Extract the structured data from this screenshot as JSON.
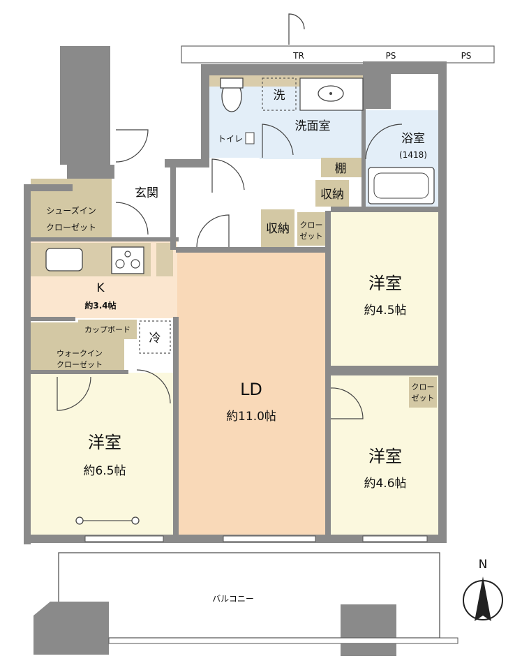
{
  "colors": {
    "wall": "#8a8a8a",
    "kitchen_floor": "#fbe6cf",
    "ld_floor": "#f9d9b8",
    "western_room_floor": "#fbf8de",
    "storage": "#d3c8a4",
    "bath_area": "#e3eef8",
    "band": "#d9ccab"
  },
  "rooms": {
    "toilet": "トイレ",
    "washer": "洗",
    "washroom": "洗面室",
    "bath": "浴室",
    "bath_size": "(1418)",
    "shelf": "棚",
    "storage1": "収納",
    "storage2": "収納",
    "closet_small_line1": "クロー",
    "closet_small_line2": "ゼット",
    "entrance": "玄関",
    "shoe_closet_line1": "シューズイン",
    "shoe_closet_line2": "クローゼット",
    "kitchen": "K",
    "kitchen_size": "約3.4帖",
    "cupboard": "カップボード",
    "fridge": "冷",
    "walkin_line1": "ウォークイン",
    "walkin_line2": "クローゼット",
    "ld": "LD",
    "ld_size": "約11.0帖",
    "room_a": "洋室",
    "room_a_size": "約6.5帖",
    "room_b": "洋室",
    "room_b_size": "約4.5帖",
    "room_c": "洋室",
    "room_c_size": "約4.6帖",
    "closet_c_line1": "クロー",
    "closet_c_line2": "ゼット",
    "balcony": "バルコニー",
    "tr": "TR",
    "ps1": "PS",
    "ps2": "PS",
    "north": "N"
  }
}
